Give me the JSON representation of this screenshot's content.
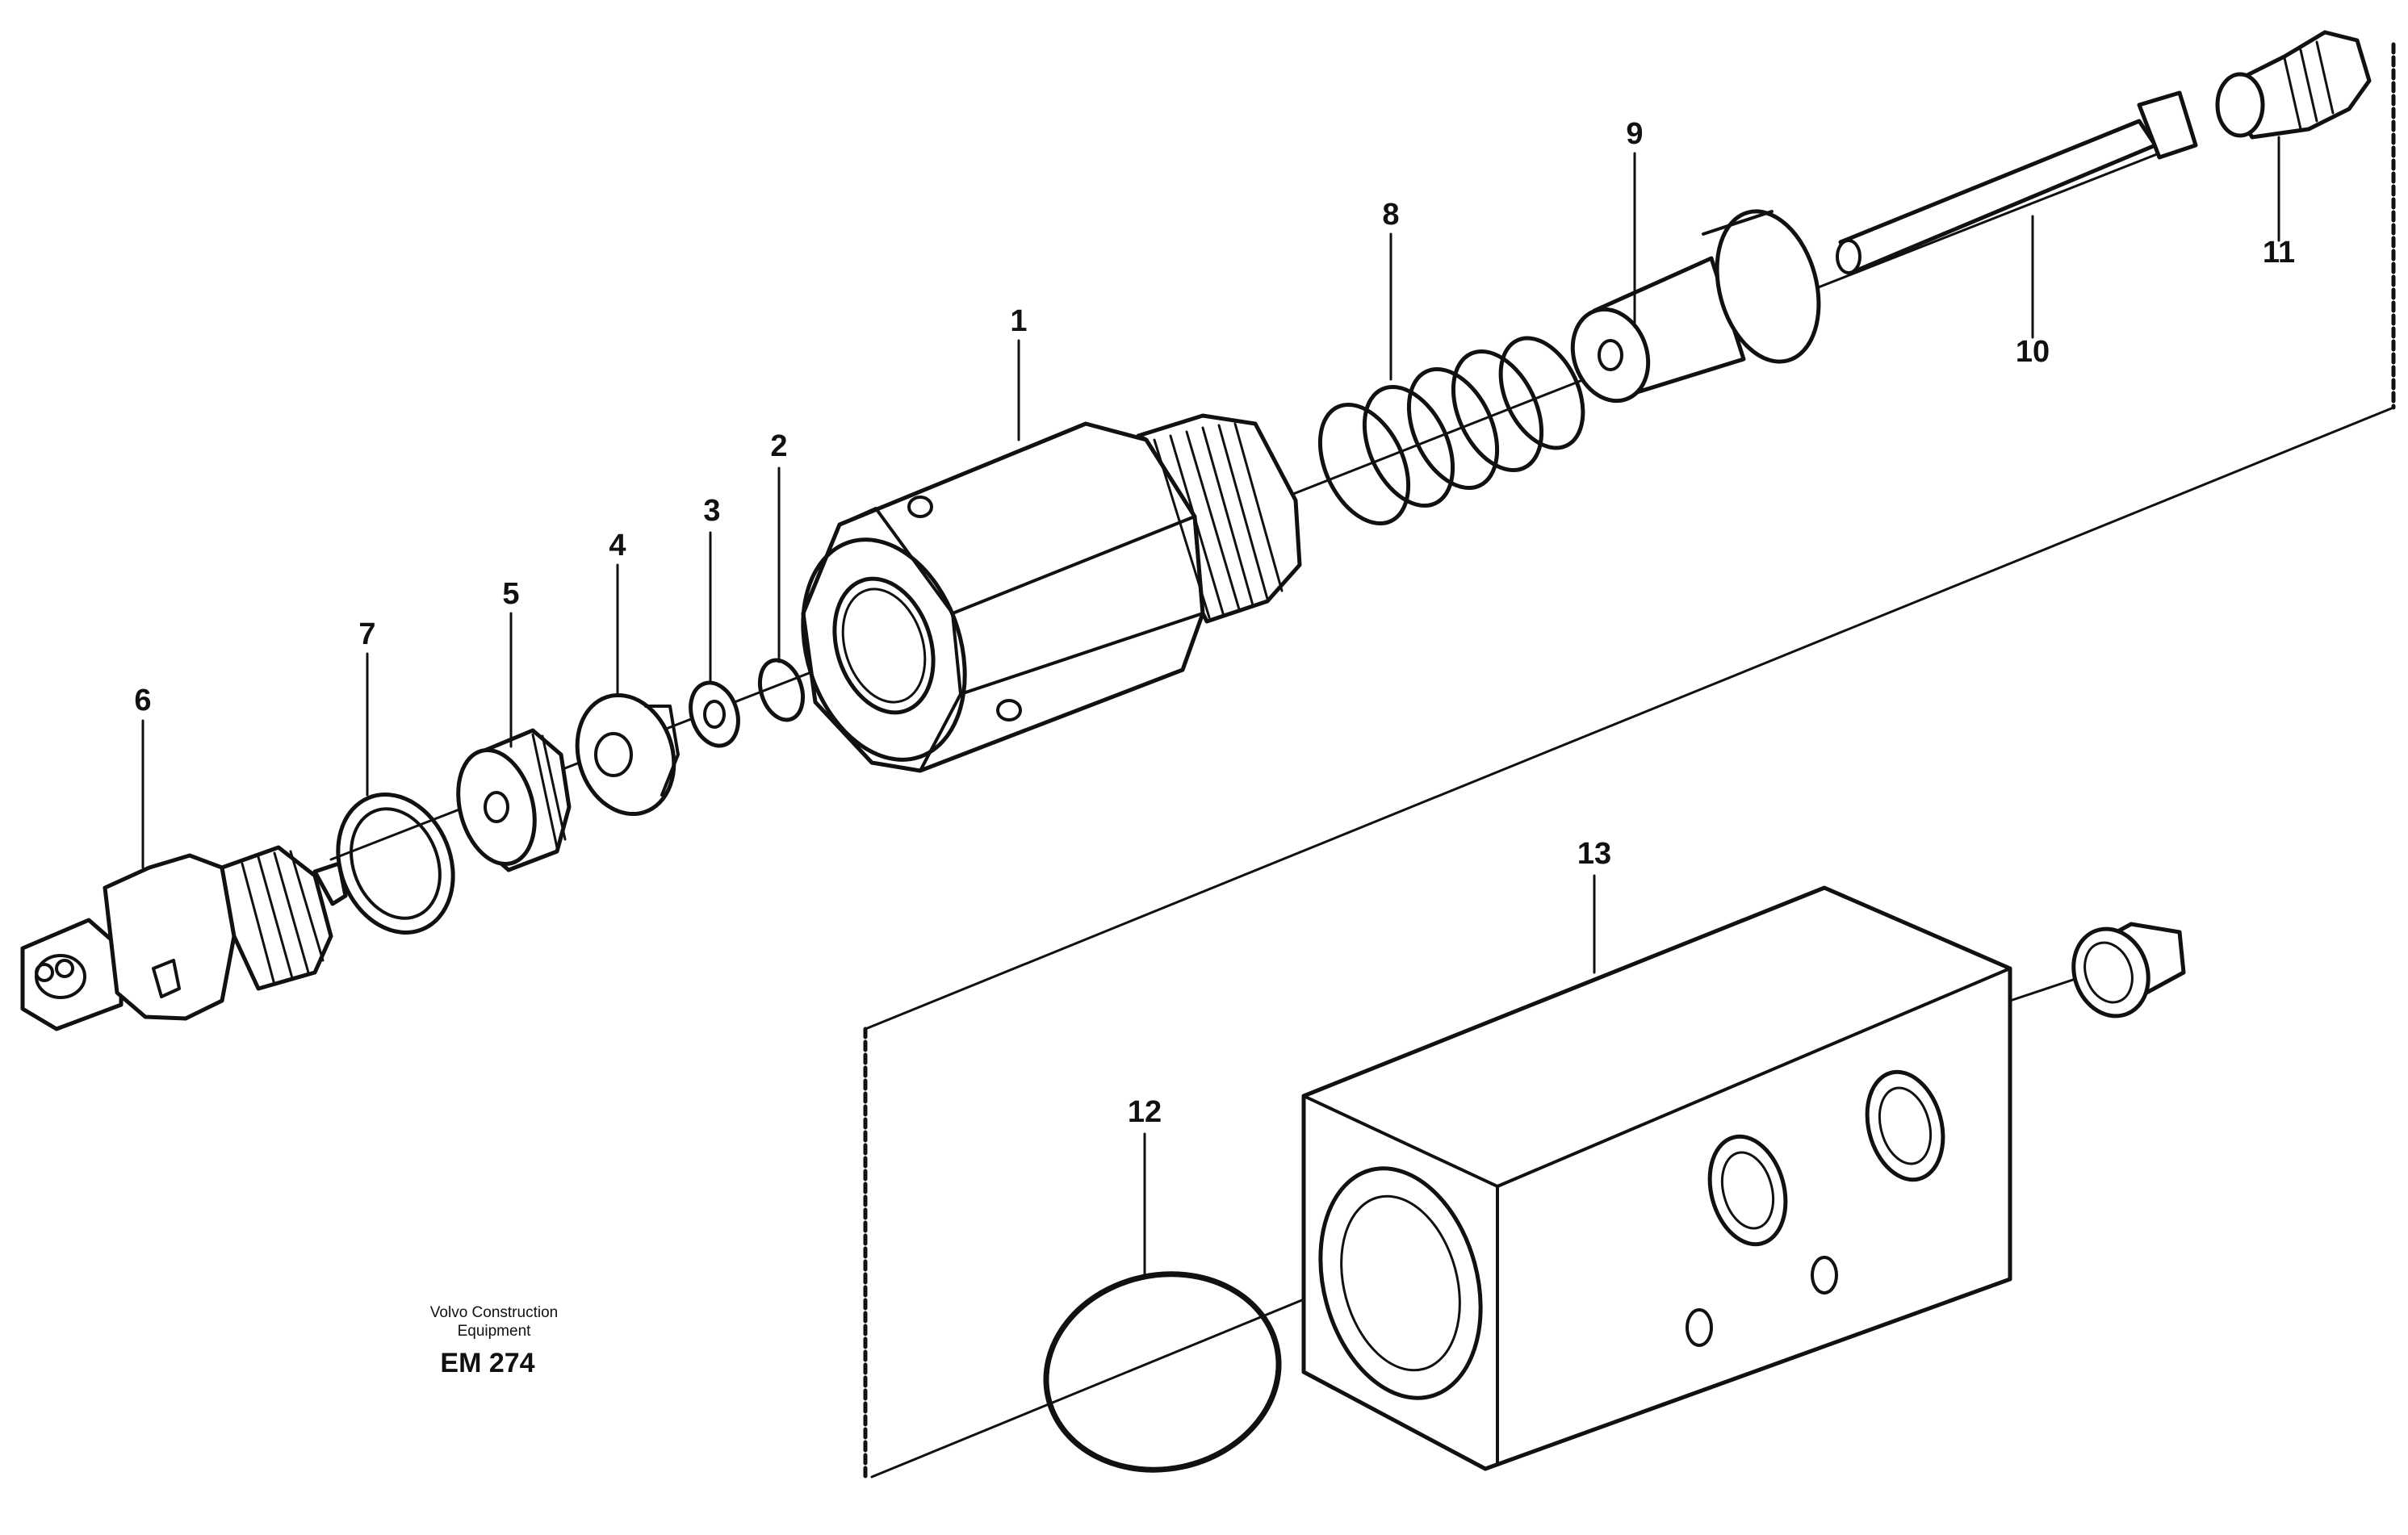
{
  "labels": [
    "1",
    "2",
    "3",
    "4",
    "5",
    "6",
    "7",
    "8",
    "9",
    "10",
    "11",
    "12",
    "13"
  ],
  "caption": {
    "line1": "Volvo Construction",
    "line2": "Equipment",
    "code": "EM 274"
  }
}
